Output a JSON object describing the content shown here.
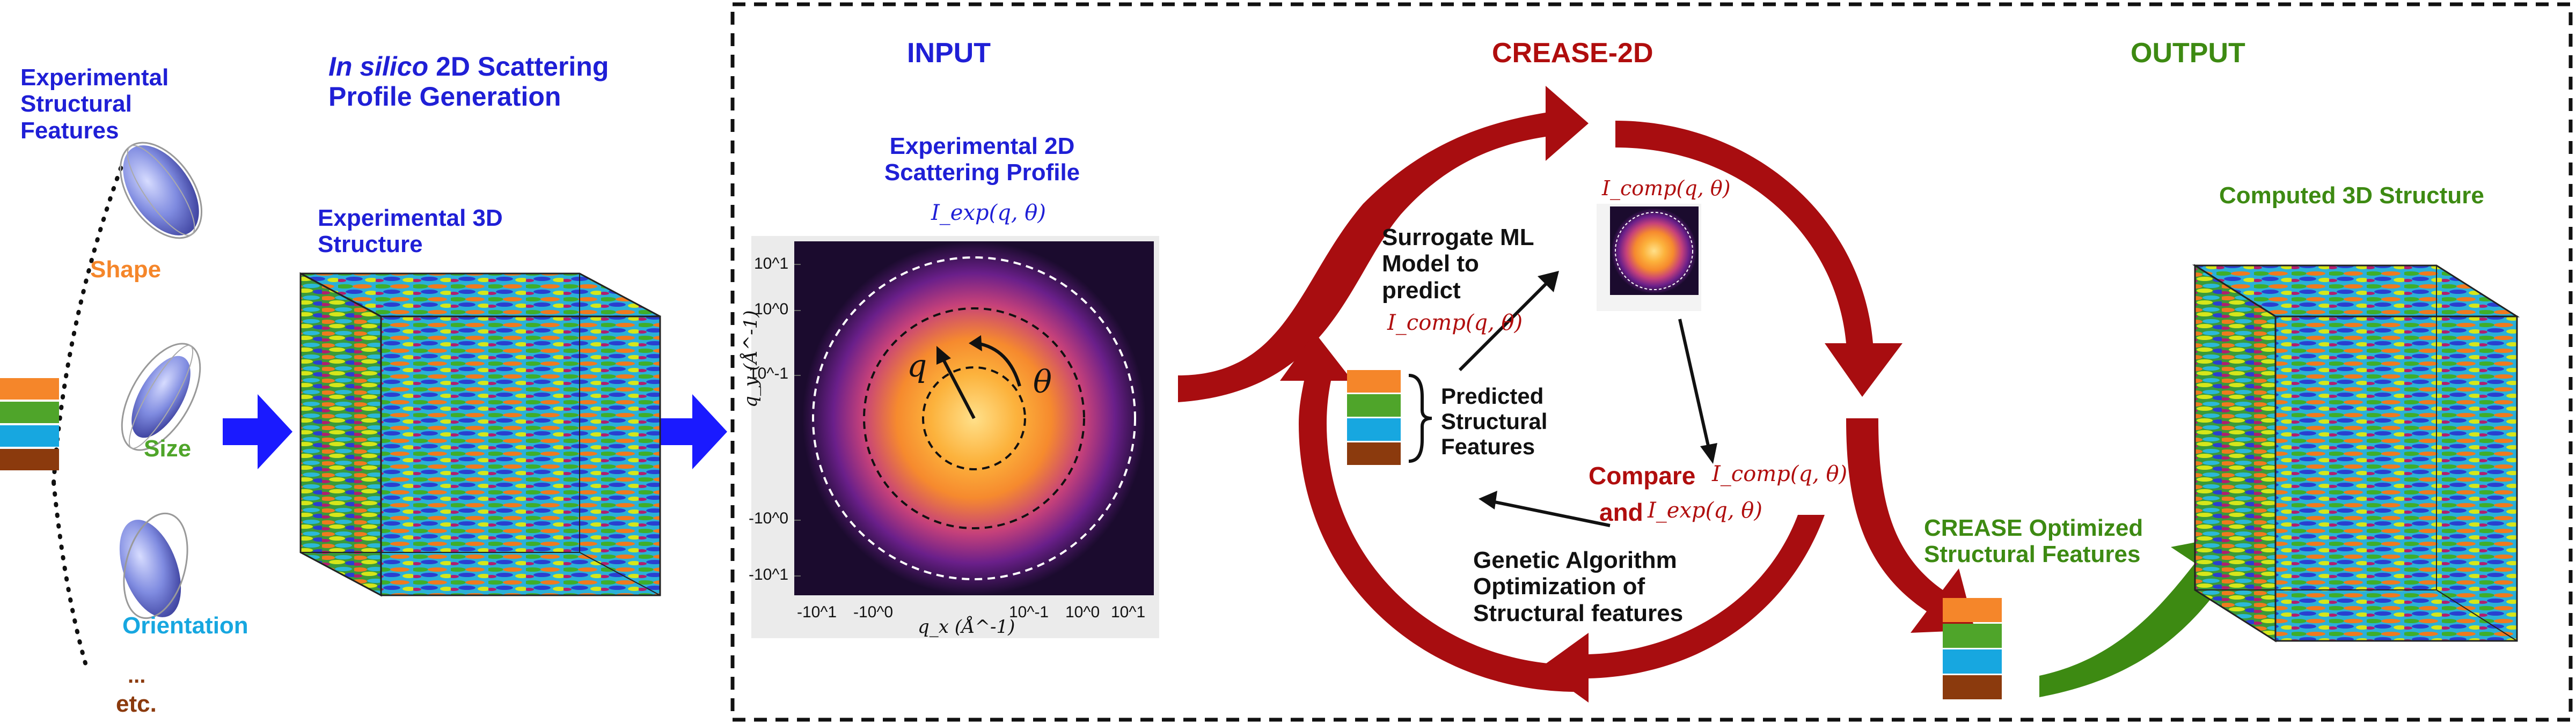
{
  "colors": {
    "orange": "#f5862a",
    "green": "#4fa52a",
    "cyan": "#17a7e0",
    "brown": "#8b3a0d",
    "blue": "#1f1fd6",
    "crimson": "#a80d10",
    "dark_green": "#3d8a12"
  },
  "left": {
    "features_title": "Experimental\nStructural\nFeatures",
    "shape": "Shape",
    "size": "Size",
    "orientation": "Orientation",
    "ellipsis": "...",
    "etc": "etc.",
    "gen_title_italic": "In silico",
    "gen_title_rest": " 2D Scattering\nProfile Generation",
    "structure_title": "Experimental 3D\nStructure"
  },
  "input": {
    "header": "INPUT",
    "profile_title": "Experimental 2D\nScattering Profile",
    "profile_math": "I_exp(q, θ)",
    "q_label": "q",
    "theta_label": "θ",
    "y_ticks": [
      "10^1",
      "10^0",
      "10^-1",
      "-10^0",
      "-10^1"
    ],
    "x_ticks": [
      "-10^1",
      "-10^0",
      "10^-1",
      "10^0",
      "10^1"
    ],
    "x_axis": "q_x (Å^-1)",
    "y_axis": "q_y (Å^-1)"
  },
  "crease": {
    "header": "CREASE-2D",
    "surrogate": "Surrogate ML\nModel to\npredict",
    "surrogate_math": "I_comp(q, θ)",
    "comp_math": "I_comp(q, θ)",
    "predicted": "Predicted\nStructural\nFeatures",
    "compare": "Compare",
    "and": "and",
    "compare_math1": "I_comp(q, θ)",
    "compare_math2": "I_exp(q, θ)",
    "genetic": "Genetic Algorithm\nOptimization of\nStructural features"
  },
  "output": {
    "header": "OUTPUT",
    "structure_title": "Computed 3D Structure",
    "optimized": "CREASE Optimized\nStructural Features"
  }
}
